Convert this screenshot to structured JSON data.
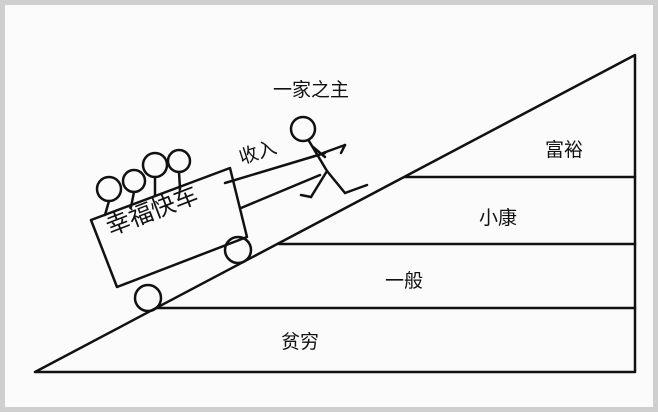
{
  "title": "一家之主",
  "income_label": "收入",
  "cart_label": "幸福快车",
  "levels": [
    {
      "label": "富裕"
    },
    {
      "label": "小康"
    },
    {
      "label": "一般"
    },
    {
      "label": "贫穷"
    }
  ]
}
